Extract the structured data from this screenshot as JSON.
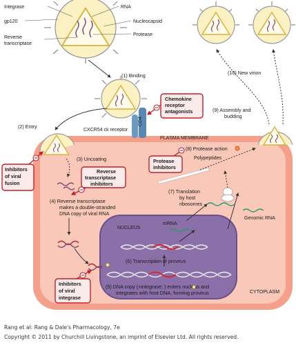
{
  "virion_labels": {
    "integrase": "Integrase",
    "rna": "RNA",
    "gp120": "gp120",
    "nucleocapsid": "Nucleocapsid",
    "reverse_transcriptase": "Reverse transcriptase",
    "protease": "Protease"
  },
  "steps": {
    "binding": "(1) Binding",
    "entry": "(2) Entry",
    "uncoating": "(3) Uncoating",
    "reverse_transcriptase": "(4) Reverse transcriptase makes a double-stranded DNA copy of viral RNA",
    "dna_copy": "(5) DNA copy (+integrase; –) enters nucleus and integrates with host DNA, forming provirus",
    "transcription": "(6) Transcription of provirus",
    "translation": "(7) Translation by host ribosomes",
    "protease_action": "(8) Protease action",
    "assembly": "(9) Assembly and budding",
    "new_virion": "(10) New virion"
  },
  "drugs": {
    "chemokine": "Chemokine receptor antagonists",
    "fusion": "Inhibitors of viral fusion",
    "rti": "Reverse transcriptase inhibitors",
    "protease": "Protease inhibitors",
    "integrase": "Inhibitors of viral integrase"
  },
  "cell_labels": {
    "receptor": "CXCR54 ck receptor",
    "cd4": "CD4",
    "plasma_membrane": "PLASMA MEMBRANE",
    "polypeptides": "Polypeptides",
    "nucleus": "NUCLEUS",
    "mrna": "mRNA",
    "genomic_rna": "Genomic RNA",
    "cytoplasm": "CYTOPLASM"
  },
  "caption": {
    "line1": "Rang et al: Rang & Dale's Pharmacology, 7e",
    "line2": "Copyright © 2011 by Churchill Livingstone, an imprint of Elsevier Ltd. All rights reserved."
  },
  "colors": {
    "cytoplasm": "#f9c8b8",
    "membrane": "#f4a08a",
    "nucleus": "#8a6fa8",
    "drug_border": "#c0202a",
    "receptor": "#6b9ac4",
    "virion_fill": "#fbf1c2"
  }
}
